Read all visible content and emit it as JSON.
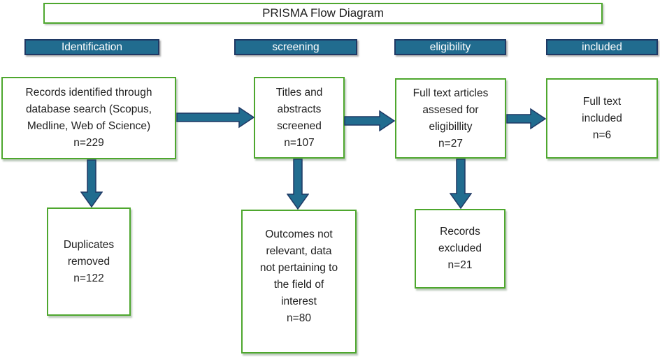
{
  "title": "PRISMA Flow Diagram",
  "stages": [
    {
      "label": "Identification"
    },
    {
      "label": "screening"
    },
    {
      "label": "eligibility"
    },
    {
      "label": "included"
    }
  ],
  "boxes": {
    "records_identified": {
      "text": "Records identified through\ndatabase search (Scopus,\nMedline, Web of Science)\nn=229",
      "n": 229
    },
    "titles_screened": {
      "text": "Titles and\nabstracts\nscreened\nn=107",
      "n": 107
    },
    "full_text_assessed": {
      "text": "Full text articles\nassesed for\neligibillity\nn=27",
      "n": 27
    },
    "full_text_included": {
      "text": "Full text\nincluded\nn=6",
      "n": 6
    },
    "duplicates_removed": {
      "text": "Duplicates\nremoved\nn=122",
      "n": 122
    },
    "outcomes_not_relevant": {
      "text": "Outcomes not\nrelevant, data\nnot pertaining to\nthe field of\ninterest\nn=80",
      "n": 80
    },
    "records_excluded": {
      "text": "Records\nexcluded\nn=21",
      "n": 21
    }
  },
  "arrows": [
    {
      "from": "records_identified",
      "to": "titles_screened",
      "direction": "right"
    },
    {
      "from": "titles_screened",
      "to": "full_text_assessed",
      "direction": "right"
    },
    {
      "from": "full_text_assessed",
      "to": "full_text_included",
      "direction": "right"
    },
    {
      "from": "records_identified",
      "to": "duplicates_removed",
      "direction": "down"
    },
    {
      "from": "titles_screened",
      "to": "outcomes_not_relevant",
      "direction": "down"
    },
    {
      "from": "full_text_assessed",
      "to": "records_excluded",
      "direction": "down"
    }
  ],
  "colors": {
    "box_border_green": "#4EA72E",
    "banner_fill_teal": "#216C8F",
    "banner_border_navy": "#1F3864",
    "arrow_fill_teal": "#216C8F",
    "box_text": "#1F1F1F",
    "banner_text": "#FFFFFF",
    "background": "#FFFFFF"
  }
}
